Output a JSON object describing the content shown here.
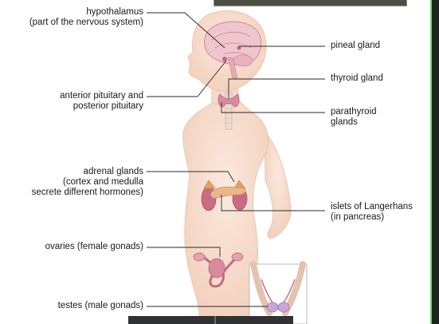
{
  "labels_left": [
    {
      "key": "hypothalamus",
      "lines": [
        "hypothalamus",
        "(part of the nervous system)"
      ]
    },
    {
      "key": "pituitary",
      "lines": [
        "anterior pituitary and",
        "posterior pituitary"
      ]
    },
    {
      "key": "adrenal",
      "lines": [
        "adrenal glands",
        "(cortex and medulla",
        "secrete different hormones)"
      ]
    },
    {
      "key": "ovaries",
      "lines": [
        "ovaries (female gonads)"
      ]
    },
    {
      "key": "testes",
      "lines": [
        "testes (male gonads)"
      ]
    }
  ],
  "labels_right": [
    {
      "key": "pineal",
      "lines": [
        "pineal gland"
      ]
    },
    {
      "key": "thyroid",
      "lines": [
        "thyroid gland"
      ]
    },
    {
      "key": "parathyroid",
      "lines": [
        "parathyroid",
        "glands"
      ]
    },
    {
      "key": "islets",
      "lines": [
        "islets of Langerhans",
        "(in pancreas)"
      ]
    }
  ],
  "colors": {
    "skin": "#f7dccc",
    "skin_outline": "#e9c1a8",
    "brain": "#f0c9cf",
    "gland": "#d98a9e",
    "leader": "#2a2a2a"
  }
}
